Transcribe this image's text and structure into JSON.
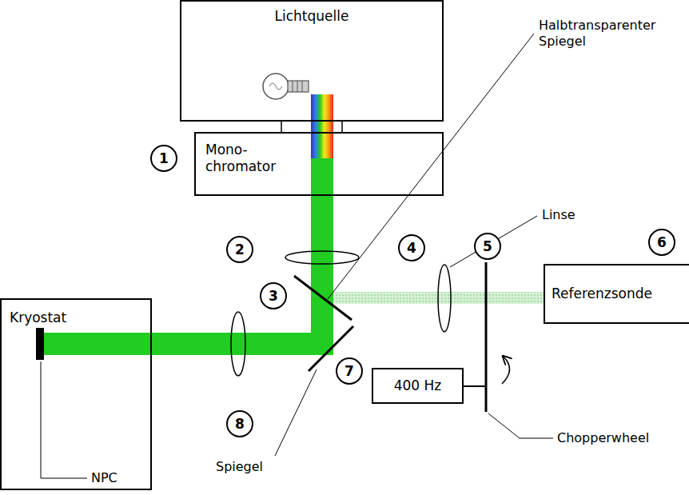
{
  "diagram": {
    "nodes": [
      {
        "text": [
          "Lichtquelle"
        ]
      },
      {
        "text": [
          "Mono- chromator"
        ]
      },
      {
        "text": [
          "Referenzsonde"
        ]
      },
      {
        "text": [
          "Kryostat"
        ]
      },
      {
        "text": [
          "400 Hz"
        ]
      }
    ],
    "edges": [
      {
        "from": 0,
        "to": 1,
        "arrow": "none"
      },
      {
        "from": 1,
        "to": 3,
        "arrow": "none"
      }
    ],
    "labels": [
      "1",
      "2",
      "3",
      "4",
      "5",
      "6",
      "7",
      "8",
      "Halbtransparenter Spiegel",
      "Linse",
      "Spiegel",
      "Chopperwheel",
      "NPC"
    ]
  }
}
